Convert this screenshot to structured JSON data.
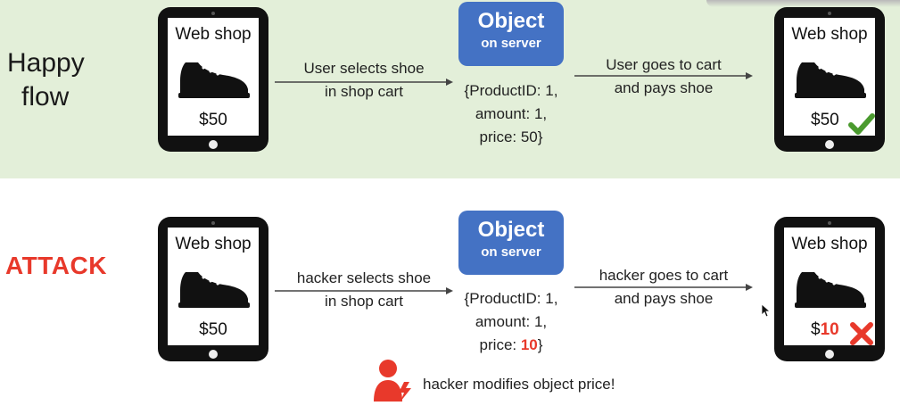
{
  "happy": {
    "label_line1": "Happy",
    "label_line2": "flow",
    "left_tablet": {
      "title": "Web shop",
      "price": "$50"
    },
    "arrow1_line1": "User selects shoe",
    "arrow1_line2": "in shop cart",
    "object_title": "Object",
    "object_subtitle": "on server",
    "object_data": {
      "line1": "{ProductID: 1,",
      "line2": "amount: 1,",
      "line3_prefix": "price: ",
      "line3_value": "50",
      "line3_suffix": "}"
    },
    "arrow2_line1": "User goes to cart",
    "arrow2_line2": "and pays shoe",
    "right_tablet": {
      "title": "Web shop",
      "price": "$50",
      "status_icon": "check-icon"
    }
  },
  "attack": {
    "label": "ATTACK",
    "left_tablet": {
      "title": "Web shop",
      "price": "$50"
    },
    "arrow1_line1": "hacker selects shoe",
    "arrow1_line2": "in shop cart",
    "object_title": "Object",
    "object_subtitle": "on server",
    "object_data": {
      "line1": "{ProductID: 1,",
      "line2": "amount: 1,",
      "line3_prefix": "price: ",
      "line3_value": "10",
      "line3_suffix": "}"
    },
    "arrow2_line1": "hacker goes to cart",
    "arrow2_line2": "and pays shoe",
    "right_tablet": {
      "title": "Web shop",
      "price_prefix": "$",
      "price_value": "10",
      "status_icon": "cross-icon"
    },
    "hacker_note": "hacker modifies object price!",
    "hacker_icon": "hacker-person-icon"
  },
  "colors": {
    "happy_band": "#e3efd9",
    "object_box": "#4472c4",
    "attack_red": "#e8392b",
    "check_green": "#4a9a2e"
  }
}
